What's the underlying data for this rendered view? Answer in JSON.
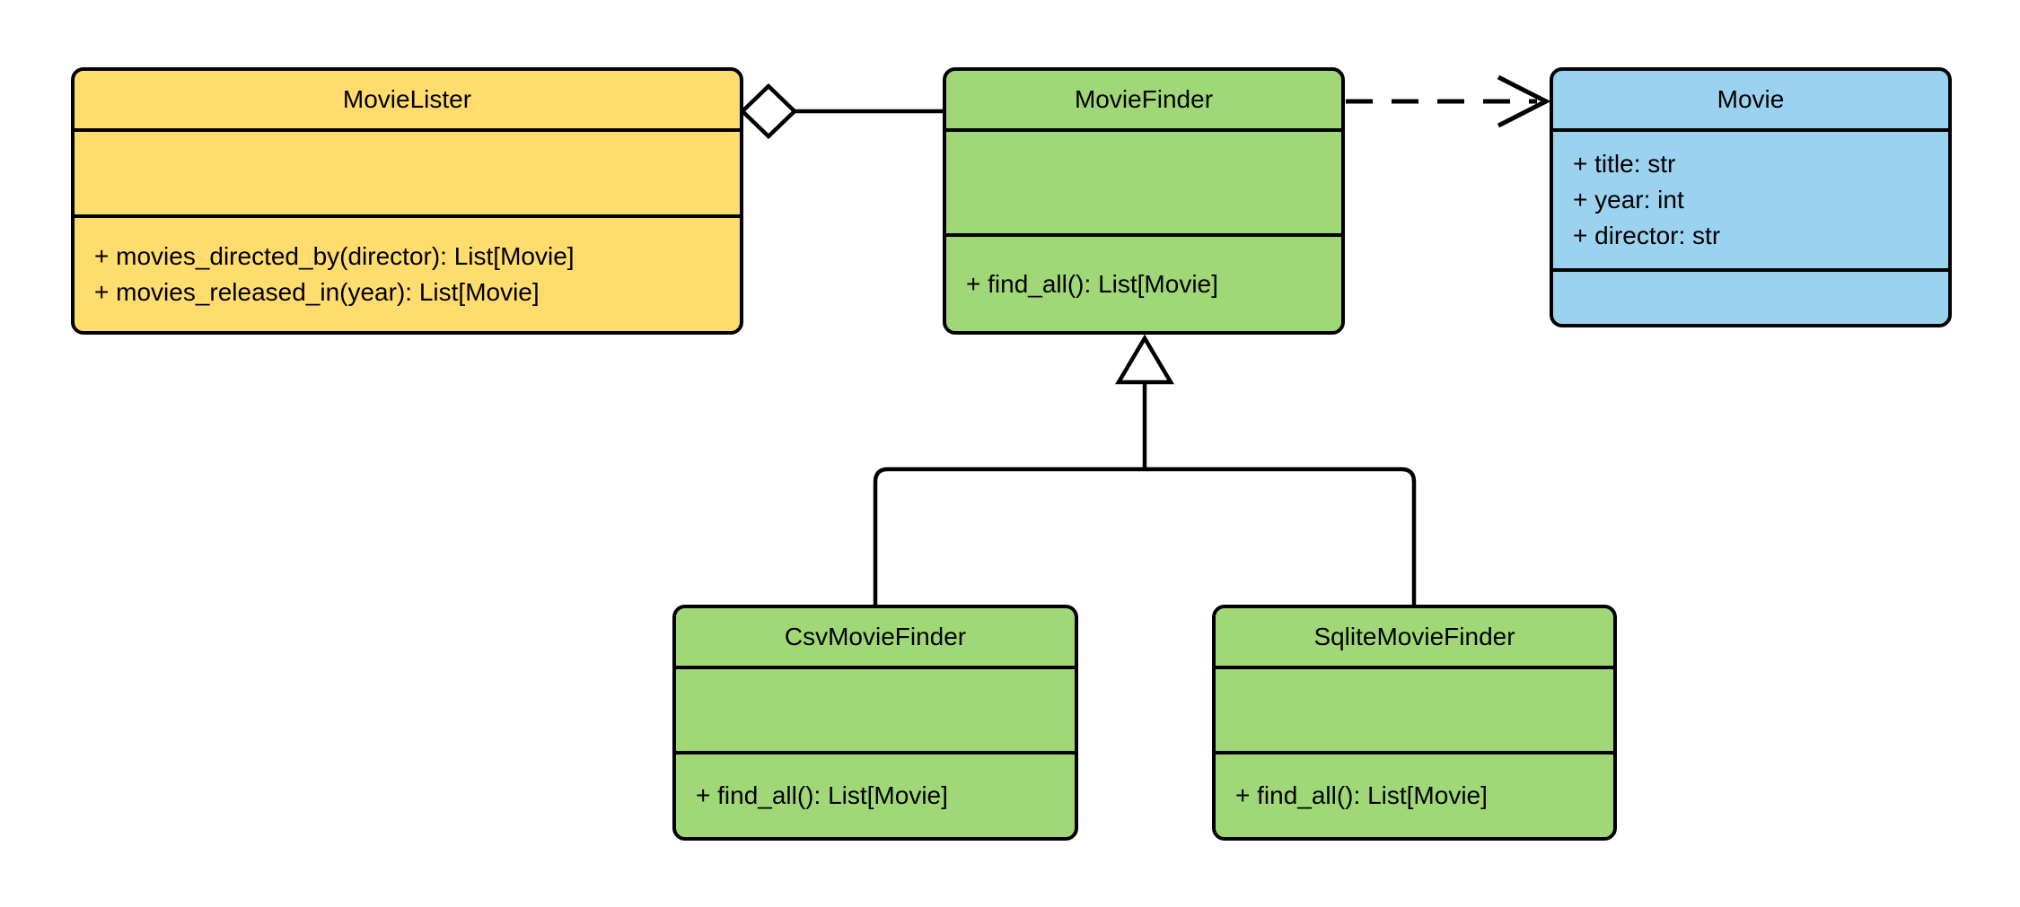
{
  "canvas": {
    "background": "#FFFFFF",
    "stroke_color": "#000000",
    "marker_fill": "#FFFFFF"
  },
  "classes": [
    {
      "name": "MovieLister",
      "fill": "#FFDC6E",
      "attributes": [],
      "methods": [
        "+ movies_directed_by(director): List[Movie]",
        "+ movies_released_in(year): List[Movie]"
      ]
    },
    {
      "name": "MovieFinder",
      "fill": "#A0D878",
      "attributes": [],
      "methods": [
        "+ find_all(): List[Movie]"
      ]
    },
    {
      "name": "Movie",
      "fill": "#9BD2F0",
      "attributes": [
        "+ title: str",
        "+ year: int",
        "+ director: str"
      ],
      "methods": []
    },
    {
      "name": "CsvMovieFinder",
      "fill": "#A0D878",
      "attributes": [],
      "methods": [
        "+ find_all(): List[Movie]"
      ]
    },
    {
      "name": "SqliteMovieFinder",
      "fill": "#A0D878",
      "attributes": [],
      "methods": [
        "+ find_all(): List[Movie]"
      ]
    }
  ],
  "relations": [
    {
      "type": "aggregation",
      "from": "MovieLister",
      "to": "MovieFinder",
      "line": "solid",
      "marker": "hollow-diamond"
    },
    {
      "type": "dependency",
      "from": "MovieFinder",
      "to": "Movie",
      "line": "dashed",
      "marker": "open-arrow"
    },
    {
      "type": "generalization",
      "from": "CsvMovieFinder",
      "to": "MovieFinder",
      "line": "solid",
      "marker": "hollow-triangle"
    },
    {
      "type": "generalization",
      "from": "SqliteMovieFinder",
      "to": "MovieFinder",
      "line": "solid",
      "marker": "hollow-triangle"
    }
  ]
}
